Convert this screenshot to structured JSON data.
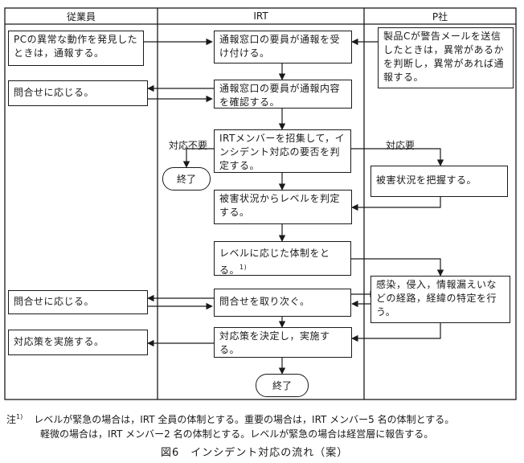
{
  "lanes": {
    "employee": "従業員",
    "irt": "IRT",
    "company_p": "P社"
  },
  "boxes": {
    "emp_report": "PCの異常な動作を発見したときは，通報する。",
    "irt_receive": "通報窓口の要員が通報を受け付ける。",
    "p_warning": "製品Cが警告メールを送信したときは，異常があるかを判断し，異常があれば通報する。",
    "emp_answer1": "問合せに応じる。",
    "irt_confirm": "通報窓口の要員が通報内容を確認する。",
    "irt_assemble": "IRTメンバーを招集して，インシデント対応の要否を判定する。",
    "p_grasp": "被害状況を把握する。",
    "irt_level": "被害状況からレベルを判定する。",
    "irt_system": "レベルに応じた体制をとる。",
    "irt_system_note": "1)",
    "emp_answer2": "問合せに応じる。",
    "irt_relay": "問合せを取り次ぐ。",
    "p_route": "感染，侵入，情報漏えいなどの経路，経緯の特定を行う。",
    "emp_implement": "対応策を実施する。",
    "irt_decide": "対応策を決定し，実施する。"
  },
  "terminals": {
    "end_left": "終了",
    "end_bottom": "終了"
  },
  "labels": {
    "not_needed": "対応不要",
    "needed": "対応要"
  },
  "note": {
    "marker": "注",
    "marker_sup": "1)",
    "line1": "レベルが緊急の場合は，IRT 全員の体制とする。重要の場合は，IRT メンバー5 名の体制とする。",
    "line2": "軽微の場合は，IRT メンバー2 名の体制とする。レベルが緊急の場合は経営層に報告する。"
  },
  "caption": "図6　インシデント対応の流れ（案）"
}
